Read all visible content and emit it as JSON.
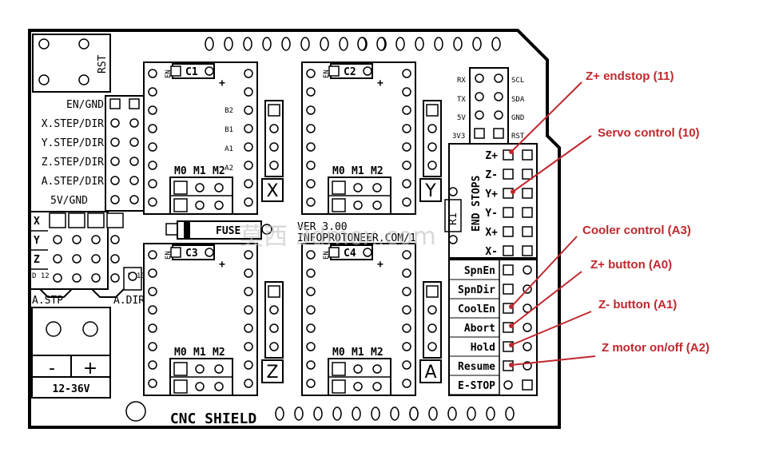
{
  "board": {
    "rst_label": "RST",
    "title": "CNC SHIELD",
    "version": "VER 3.00",
    "url": "INFOPROTONEER.COM/1",
    "fuse_label": "FUSE",
    "r1_label": "R1",
    "power_range": "12-36V",
    "power_minus": "-",
    "power_plus": "+",
    "left_header": [
      "EN/GND",
      "X.STEP/DIR",
      "Y.STEP/DIR",
      "Z.STEP/DIR",
      "A.STEP/DIR",
      "5V/GND"
    ],
    "axis_rows": [
      "X",
      "Y",
      "Z"
    ],
    "d12": "D 12",
    "d13": "D 13",
    "a_stp": "A.STP",
    "a_dir": "A.DIR",
    "drivers": [
      {
        "cap": "C1",
        "axis": "X",
        "en": "EN",
        "pins": [
          "B2",
          "B1",
          "A1",
          "A2"
        ]
      },
      {
        "cap": "C2",
        "axis": "Y",
        "en": "EN"
      },
      {
        "cap": "C3",
        "axis": "Z",
        "en": "EN"
      },
      {
        "cap": "C4",
        "axis": "A",
        "en": "EN"
      }
    ],
    "microstep": [
      "M0",
      "M1",
      "M2"
    ],
    "serial_labels": [
      "RX",
      "TX",
      "5V",
      "3V3"
    ],
    "i2c_labels": [
      "SCL",
      "SDA",
      "GND",
      "RST"
    ],
    "endstops_title": "END STOPS",
    "endstops": [
      "Z+",
      "Z-",
      "Y+",
      "Y-",
      "X+",
      "X-"
    ],
    "control_pins": [
      "SpnEn",
      "SpnDir",
      "CoolEn",
      "Abort",
      "Hold",
      "Resume",
      "E-STOP"
    ]
  },
  "annotations": [
    "Z+ endstop (11)",
    "Servo control (10)",
    "Cooler control (A3)",
    "Z+ button (A0)",
    "Z- button (A1)",
    "Z motor on/off (A2)"
  ],
  "watermark": "莫西  3dmox.com",
  "colors": {
    "annotation": "#c0282d",
    "ink": "#000000",
    "board": "#ffffff"
  }
}
